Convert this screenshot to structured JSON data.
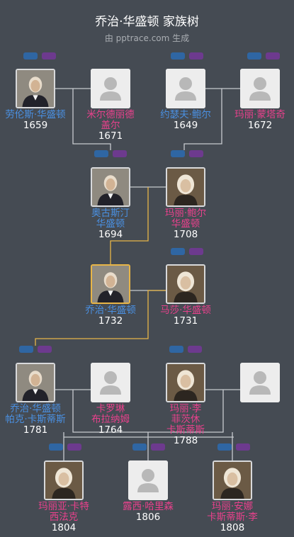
{
  "title": "乔治·华盛顿 家族树",
  "subtitle": "由 pptrace.com 生成",
  "watermark": "",
  "colors": {
    "male": "#4a90e2",
    "female": "#e8418c",
    "line": "#c8cbcf",
    "highlight": "#e8b547"
  },
  "people": [
    {
      "id": "lawrence",
      "name": "劳伦斯·华盛顿",
      "year": "1659",
      "gender": "m",
      "photo": "portrait-man"
    },
    {
      "id": "mildred",
      "name": "米尔德丽德\n盖尔",
      "year": "1671",
      "gender": "f",
      "photo": "placeholder"
    },
    {
      "id": "joseph",
      "name": "约瑟夫·鲍尔",
      "year": "1649",
      "gender": "m",
      "photo": "placeholder"
    },
    {
      "id": "mary_m",
      "name": "玛丽·蒙塔奇",
      "year": "1672",
      "gender": "f",
      "photo": "placeholder"
    },
    {
      "id": "augustine",
      "name": "奥古斯汀\n华盛顿",
      "year": "1694",
      "gender": "m",
      "photo": "portrait-man"
    },
    {
      "id": "mary_b",
      "name": "玛丽·鲍尔\n华盛顿",
      "year": "1708",
      "gender": "f",
      "photo": "portrait-woman"
    },
    {
      "id": "george",
      "name": "乔治·华盛顿",
      "year": "1732",
      "gender": "m",
      "photo": "portrait-man",
      "main": true
    },
    {
      "id": "martha",
      "name": "马莎·华盛顿",
      "year": "1731",
      "gender": "f",
      "photo": "portrait-woman"
    },
    {
      "id": "gwpc",
      "name": "乔治·华盛顿\n帕克·卡斯蒂斯",
      "year": "1781",
      "gender": "m",
      "photo": "portrait-man"
    },
    {
      "id": "caroline",
      "name": "卡罗琳\n布拉纳姆",
      "year": "1764",
      "gender": "f",
      "photo": "placeholder"
    },
    {
      "id": "mary_lee",
      "name": "玛丽·李\n菲茨休\n卡斯蒂斯",
      "year": "1788",
      "gender": "f",
      "photo": "portrait-woman"
    },
    {
      "id": "unknown",
      "name": "",
      "year": "",
      "gender": "f",
      "photo": "placeholder"
    },
    {
      "id": "maria",
      "name": "玛丽亚·卡特\n西法克",
      "year": "1804",
      "gender": "f",
      "photo": "portrait-woman"
    },
    {
      "id": "lucy",
      "name": "露西·哈里森",
      "year": "1806",
      "gender": "f",
      "photo": "placeholder"
    },
    {
      "id": "mary_anna",
      "name": "玛丽·安娜\n卡斯蒂斯·李",
      "year": "1808",
      "gender": "f",
      "photo": "portrait-woman"
    }
  ]
}
